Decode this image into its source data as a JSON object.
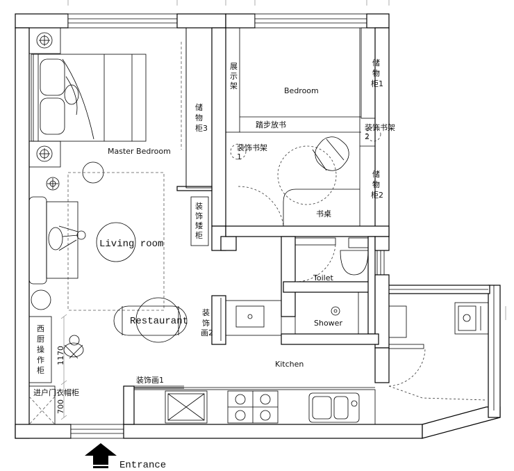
{
  "rooms": {
    "master_bedroom": "Master Bedroom",
    "bedroom": "Bedroom",
    "living_room": "Living room",
    "restaurant": "Restaurant",
    "toilet": "Toilet",
    "shower": "Shower",
    "kitchen": "Kitchen",
    "entrance": "Entrance"
  },
  "furniture": {
    "display_rack": [
      "展",
      "示",
      "架"
    ],
    "storage_cabinet_1": [
      "储",
      "物",
      "柜1"
    ],
    "storage_cabinet_2": [
      "储",
      "物",
      "柜2"
    ],
    "storage_cabinet_3": [
      "储",
      "物",
      "柜3"
    ],
    "step_bookshelf": "踏步放书",
    "deco_bookshelf_2": [
      "装饰书架",
      "2"
    ],
    "deco_bookshelf_1": [
      "装饰书架",
      "1"
    ],
    "desk": "书桌",
    "deco_low_cabinet": [
      "装",
      "饰",
      "矮",
      "柜"
    ],
    "deco_painting_2": [
      "装",
      "饰",
      "画2"
    ],
    "deco_painting_1": "装饰画1",
    "west_kitchen_cabinet": [
      "西",
      "厨",
      "操",
      "作",
      "柜"
    ],
    "entry_wardrobe": "进户门衣帽柜"
  },
  "dimensions": {
    "dim_1170": "1170",
    "dim_700": "700"
  }
}
